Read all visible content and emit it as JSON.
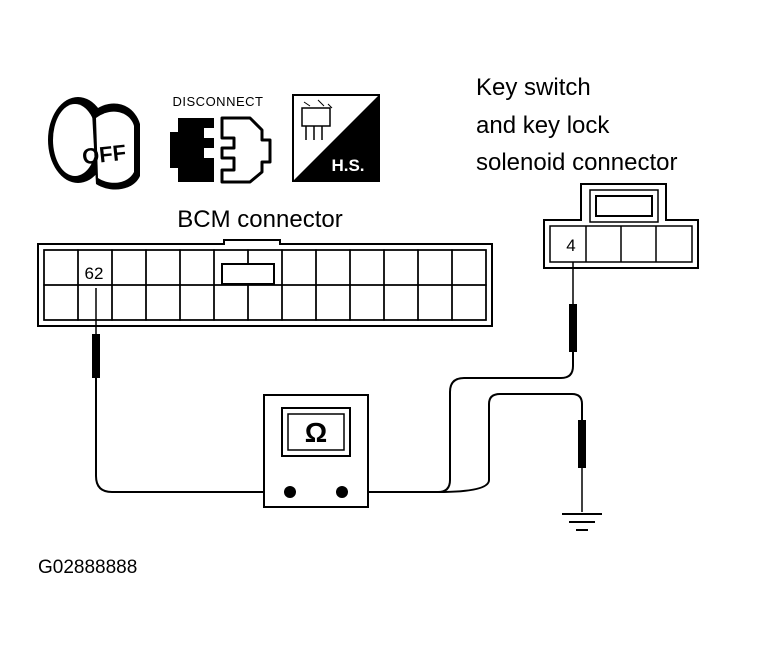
{
  "icons": {
    "ignition": {
      "icon": "ignition-key-off-icon",
      "text": "OFF"
    },
    "disconnect": {
      "icon": "connector-disconnect-icon",
      "text": "DISCONNECT"
    },
    "harness_side": {
      "icon": "harness-side-icon",
      "text": "H.S."
    }
  },
  "bcm_connector": {
    "title": "BCM connector",
    "terminal": "62"
  },
  "key_switch_connector": {
    "title_lines": [
      "Key switch",
      "and key lock",
      "solenoid connector"
    ],
    "terminal": "4"
  },
  "ohmmeter": {
    "symbol": "Ω"
  },
  "figure_id": "G02888888"
}
